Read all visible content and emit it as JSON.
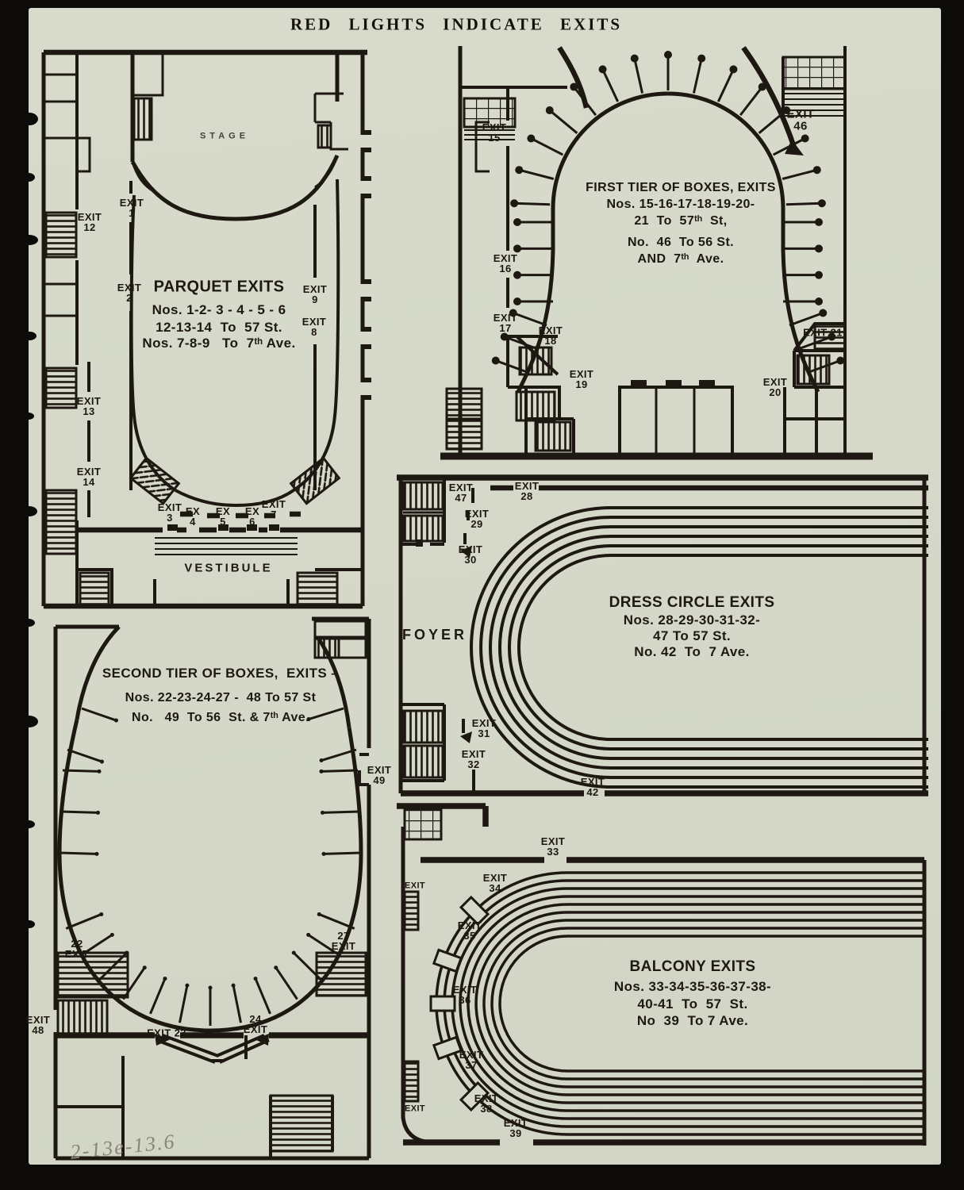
{
  "page": {
    "title": "RED LIGHTS INDICATE EXITS",
    "note": "2-13e-13.6",
    "colors": {
      "paper": "#d6d9ca",
      "ink": "#1e1812",
      "backdrop": "#0c0b09"
    }
  },
  "plans": {
    "parquet": {
      "stage": "STAGE",
      "vestibule": "VESTIBULE",
      "caption": [
        "PARQUET EXITS",
        "Nos. 1-2- 3 - 4 - 5 - 6",
        "12-13-14  To  57 St.",
        "Nos. 7-8-9   To  7ᵗʰ Ave."
      ],
      "exits": {
        "e1": "EXIT\n1",
        "e2": "EXIT\n2",
        "e3": "EXIT\n3",
        "e4": "EX\n4",
        "e5": "EX\n5",
        "e6": "EX\n6",
        "e7": "EXIT\n7",
        "e8": "EXIT\n8",
        "e9": "EXIT\n9",
        "e12": "EXIT\n12",
        "e13": "EXIT\n13",
        "e14": "EXIT\n14"
      }
    },
    "first_tier": {
      "caption": [
        "FIRST TIER OF BOXES, EXITS",
        "Nos. 15-16-17-18-19-20-",
        "21  To  57ᵗʰ  St,",
        "No.  46  To 56 St.",
        "AND  7ᵗʰ  Ave."
      ],
      "exits": {
        "e15": "EXIT\n15",
        "e16": "EXIT\n16",
        "e17": "EXIT\n17",
        "e18": "EXIT\n18",
        "e19": "EXIT\n19",
        "e20": "EXIT\n20",
        "e21": "EXIT 21",
        "e46": "EXIT\n46"
      }
    },
    "dress_circle": {
      "foyer": "FOYER",
      "caption": [
        "DRESS CIRCLE EXITS",
        "Nos. 28-29-30-31-32-",
        "47 To 57 St.",
        "No. 42  To  7 Ave."
      ],
      "exits": {
        "e28": "EXIT\n28",
        "e29": "EXIT\n29",
        "e30": "EXIT\n30",
        "e31": "EXIT\n31",
        "e32": "EXIT\n32",
        "e42": "EXIT\n42",
        "e47": "EXIT\n47"
      }
    },
    "second_tier": {
      "caption": [
        "SECOND TIER OF BOXES,  EXITS –",
        "Nos. 22-23-24-27 -  48 To 57 St",
        "No.   49  To 56  St. & 7ᵗʰ Ave."
      ],
      "exits": {
        "e22": "22\nEXIT",
        "e23": "EXIT 23",
        "e24": "24\nEXIT",
        "e27": "27\nEXIT",
        "e48": "EXIT\n48",
        "e49": "EXIT\n49"
      }
    },
    "balcony": {
      "caption": [
        "BALCONY EXITS",
        "Nos. 33-34-35-36-37-38-",
        "40-41  To  57  St.",
        "No  39  To 7 Ave."
      ],
      "exits": {
        "e33": "EXIT\n33",
        "e34": "EXIT\n34",
        "e35": "EXIT\n35",
        "e36": "EXIT\n36",
        "e37": "EXIT\n37",
        "e38": "EXIT\n38",
        "e39": "EXIT\n39",
        "wall_upper": "EXIT",
        "wall_lower": "EXIT"
      }
    }
  }
}
